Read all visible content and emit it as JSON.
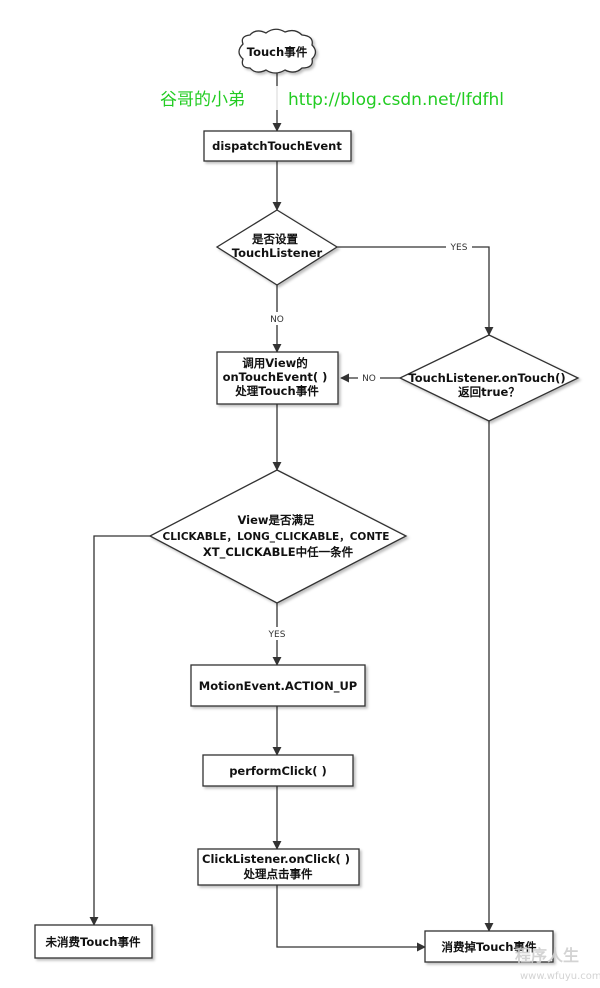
{
  "nodes": {
    "start": [
      "Touch事件"
    ],
    "dispatch": [
      "dispatchTouchEvent"
    ],
    "decision_listener": [
      "是否设置",
      "TouchListener"
    ],
    "on_touch_event": [
      "调用View的",
      "onTouchEvent( )",
      "处理Touch事件"
    ],
    "decision_on_touch": [
      "TouchListener.onTouch()",
      "返回true？"
    ],
    "decision_clickable": [
      "View是否满足",
      "CLICKABLE，LONG_CLICKABLE，CONTE",
      "XT_CLICKABLE中任一条件"
    ],
    "action_up": [
      "MotionEvent.ACTION_UP"
    ],
    "perform_click": [
      "performClick( )"
    ],
    "click_listener": [
      "ClickListener.onClick( )",
      "处理点击事件"
    ],
    "not_consumed": [
      "未消费Touch事件"
    ],
    "consumed": [
      "消费掉Touch事件"
    ]
  },
  "edge_labels": {
    "yes": "YES",
    "no": "NO"
  },
  "watermark": {
    "author": "谷哥的小弟",
    "url": "http://blog.csdn.net/lfdfhl"
  },
  "corner_mark": {
    "site_name": "程序人生",
    "site_url": "www.wfuyu.com"
  },
  "colors": {
    "stroke": "#333333",
    "watermark": "#22cc22"
  }
}
